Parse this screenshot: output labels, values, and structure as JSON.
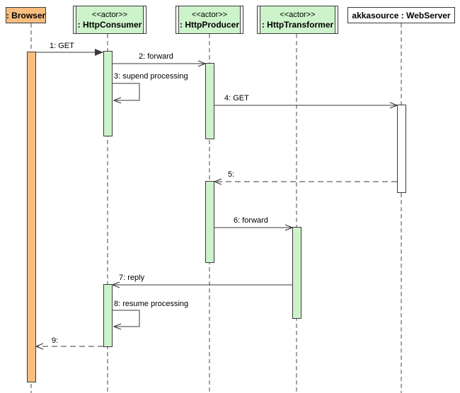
{
  "actors": [
    {
      "stereotype": "",
      "name": ": Browser"
    },
    {
      "stereotype": "<<actor>>",
      "name": ": HttpConsumer"
    },
    {
      "stereotype": "<<actor>>",
      "name": ": HttpProducer"
    },
    {
      "stereotype": "<<actor>>",
      "name": ": HttpTransformer"
    },
    {
      "stereotype": "",
      "name": "akkasource : WebServer"
    }
  ],
  "messages": [
    {
      "label": "1: GET",
      "kind": "synchronous-call",
      "from": ": Browser",
      "to": ": HttpConsumer"
    },
    {
      "label": "2: forward",
      "kind": "call",
      "from": ": HttpConsumer",
      "to": ": HttpProducer"
    },
    {
      "label": "3: supend processing",
      "kind": "self-message",
      "from": ": HttpConsumer",
      "to": ": HttpConsumer"
    },
    {
      "label": "4: GET",
      "kind": "call",
      "from": ": HttpProducer",
      "to": "akkasource : WebServer"
    },
    {
      "label": "5:",
      "kind": "reply",
      "from": "akkasource : WebServer",
      "to": ": HttpProducer"
    },
    {
      "label": "6: forward",
      "kind": "call",
      "from": ": HttpProducer",
      "to": ": HttpTransformer"
    },
    {
      "label": "7: reply",
      "kind": "call",
      "from": ": HttpTransformer",
      "to": ": HttpConsumer"
    },
    {
      "label": "8: resume processing",
      "kind": "self-message",
      "from": ": HttpConsumer",
      "to": ": HttpConsumer"
    },
    {
      "label": "9:",
      "kind": "reply",
      "from": ": HttpConsumer",
      "to": ": Browser"
    }
  ],
  "colors": {
    "browser_fill": "#f9bd80",
    "actor_fill": "#cdf3cb",
    "server_fill": "#ffffff",
    "line": "#3a3a3a",
    "background": "#ffffff"
  }
}
